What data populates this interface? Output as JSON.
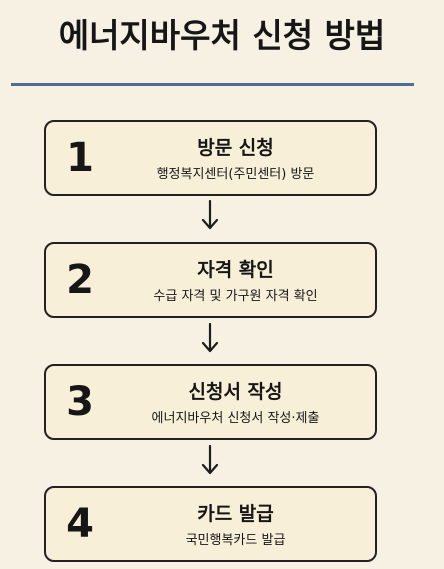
{
  "title": "에너지바우처 신청 방법",
  "steps": [
    {
      "number": "1",
      "title": "방문 신청",
      "subtitle": "행정복지센터(주민센터) 방문"
    },
    {
      "number": "2",
      "title": "자격 확인",
      "subtitle": "수급 자격 및 가구원 자격 확인"
    },
    {
      "number": "3",
      "title": "신청서 작성",
      "subtitle": "에너지바우처 신청서 작성·제출"
    },
    {
      "number": "4",
      "title": "카드 발급",
      "subtitle": "국민행복카드 발급"
    }
  ]
}
